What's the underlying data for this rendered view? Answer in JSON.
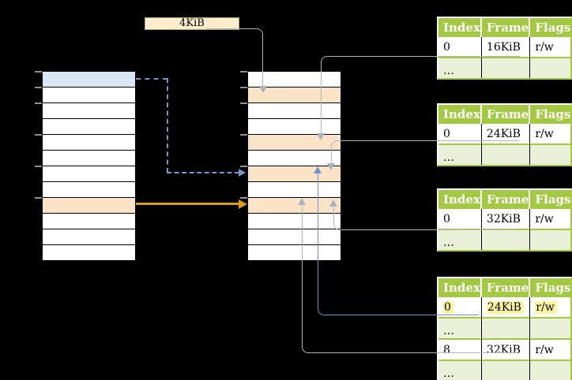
{
  "page_size_box": {
    "label": "4KiB"
  },
  "memory": {
    "virtual": {
      "rows": 12,
      "highlights": {
        "0": "blue",
        "8": "orange"
      },
      "ticks": [
        0,
        1,
        2,
        4,
        6,
        8
      ]
    },
    "physical": {
      "rows": 12,
      "highlights": {
        "1": "orange",
        "4": "orange",
        "6": "orange",
        "8": "orange"
      },
      "ticks": [
        0,
        1,
        2,
        4,
        6,
        8
      ]
    }
  },
  "table_headers": [
    "Index",
    "Frame",
    "Flags"
  ],
  "page_tables": [
    {
      "rows": [
        {
          "cells": [
            "0",
            "16KiB",
            "r/w"
          ]
        },
        {
          "cells": [
            "…",
            "",
            ""
          ],
          "ellipsis": true
        }
      ]
    },
    {
      "rows": [
        {
          "cells": [
            "0",
            "24KiB",
            "r/w"
          ]
        },
        {
          "cells": [
            "…",
            "",
            ""
          ],
          "ellipsis": true
        }
      ]
    },
    {
      "rows": [
        {
          "cells": [
            "0",
            "32KiB",
            "r/w"
          ]
        },
        {
          "cells": [
            "…",
            "",
            ""
          ],
          "ellipsis": true
        }
      ]
    },
    {
      "rows": [
        {
          "cells": [
            "0",
            "24KiB",
            "r/w"
          ],
          "highlight": true
        },
        {
          "cells": [
            "…",
            "",
            ""
          ],
          "ellipsis": true
        },
        {
          "cells": [
            "8",
            "32KiB",
            "r/w"
          ]
        },
        {
          "cells": [
            "…",
            "",
            ""
          ],
          "ellipsis": true
        }
      ]
    }
  ],
  "arrows": [
    {
      "from": "page-size-box",
      "to": "physical-row-1",
      "style": "gray-solid"
    },
    {
      "from": "page-table-1-row-0",
      "to": "physical-row-4",
      "style": "gray-solid"
    },
    {
      "from": "page-table-2-row-0",
      "to": "physical-row-6",
      "style": "gray-solid"
    },
    {
      "from": "page-table-3-row-0",
      "to": "physical-row-8",
      "style": "gray-solid"
    },
    {
      "from": "page-table-4-row-0",
      "to": "physical-row-6",
      "style": "blue-solid"
    },
    {
      "from": "page-table-4-row-2",
      "to": "physical-row-8",
      "style": "gray-solid"
    },
    {
      "from": "virtual-row-0",
      "to": "physical-row-6",
      "style": "blue-dashed"
    },
    {
      "from": "virtual-row-8",
      "to": "physical-row-8",
      "style": "orange-solid"
    }
  ],
  "colors": {
    "background": "#000000",
    "table_header_green": "#a3c841",
    "table_ellipsis_row": "#ebf1d9",
    "highlight_yellow": "#fdf49e",
    "virtual_page_blue": "#d9e6f6",
    "frame_orange": "#fbe3c8",
    "page_size_box_fill": "#fceecd",
    "arrow_gray": "#b3b3b3",
    "arrowhead_gray": "#a9b1c2",
    "arrow_blue": "#6f94c9",
    "arrow_dashed_blue": "#7298cc",
    "arrow_orange": "#dc9c12"
  }
}
